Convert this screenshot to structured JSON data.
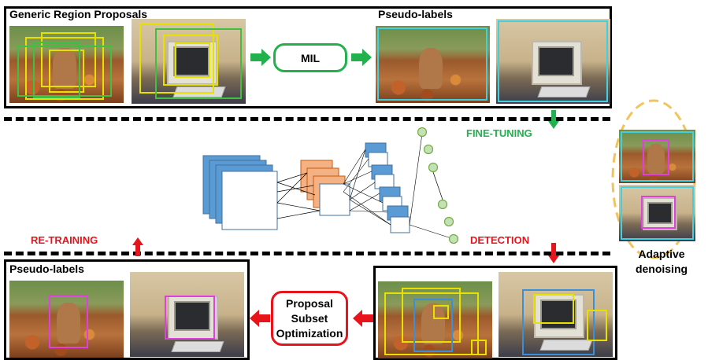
{
  "top_panel": {
    "proposals_title": "Generic Region Proposals",
    "pseudo_title": "Pseudo-labels"
  },
  "mil_label": "MIL",
  "fine_tuning_label": "FINE-TUNING",
  "detection_label": "DETECTION",
  "retraining_label": "RE-TRAINING",
  "adaptive_label": "Adaptive denoising",
  "bottom_panel": {
    "pseudo_title": "Pseudo-labels"
  },
  "pso_label": "Proposal Subset Optimization",
  "colors": {
    "green": "#22b14c",
    "red": "#e8141c",
    "yellow_box": "#e8e000",
    "cyan_box": "#40d0e0",
    "magenta_box": "#e040e0",
    "blue_layer": "#5b9bd5",
    "orange_layer": "#f4b183",
    "node_green": "#c5e0b4",
    "ellipse": "#f2c45a"
  }
}
